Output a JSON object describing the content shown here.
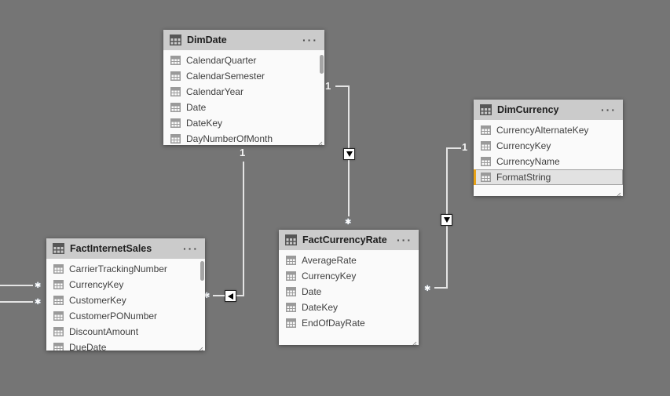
{
  "icons": {
    "more_options": "···"
  },
  "colors": {
    "canvas_background": "#757575",
    "table_header": "#cbcbcb",
    "table_body": "#fafafa",
    "selected_field_bar": "#e7a217",
    "relationship_line": "#e4e4e4"
  },
  "tables": {
    "dim_date": {
      "title": "DimDate",
      "fields": [
        "CalendarQuarter",
        "CalendarSemester",
        "CalendarYear",
        "Date",
        "DateKey",
        "DayNumberOfMonth"
      ]
    },
    "dim_currency": {
      "title": "DimCurrency",
      "fields": [
        "CurrencyAlternateKey",
        "CurrencyKey",
        "CurrencyName",
        "FormatString"
      ],
      "selected_field": "FormatString"
    },
    "fact_internet_sales": {
      "title": "FactInternetSales",
      "fields": [
        "CarrierTrackingNumber",
        "CurrencyKey",
        "CustomerKey",
        "CustomerPONumber",
        "DiscountAmount",
        "DueDate"
      ]
    },
    "fact_currency_rate": {
      "title": "FactCurrencyRate",
      "fields": [
        "AverageRate",
        "CurrencyKey",
        "Date",
        "DateKey",
        "EndOfDayRate"
      ]
    }
  },
  "relationships": [
    {
      "from": "DimDate",
      "to": "FactInternetSales",
      "one_label": "1",
      "many_label": "✱"
    },
    {
      "from": "DimDate",
      "to": "FactCurrencyRate",
      "one_label": "1",
      "many_label": "✱"
    },
    {
      "from": "DimCurrency",
      "to": "FactCurrencyRate",
      "one_label": "1",
      "many_label": "✱"
    },
    {
      "from": "offscreen-left",
      "to": "FactInternetSales",
      "many_label": "✱"
    },
    {
      "from": "offscreen-left",
      "to": "FactInternetSales",
      "many_label": "✱"
    }
  ]
}
